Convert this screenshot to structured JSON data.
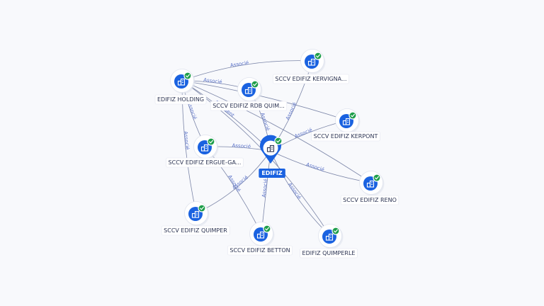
{
  "graph": {
    "colors": {
      "node": "#1a62e0",
      "badge": "#1e9e4a",
      "edge": "#7c86a8",
      "edge_label": "#5a72c8",
      "center_label_bg": "#1a62e0"
    },
    "center": {
      "id": "edifiz",
      "label": "EDIFIZ"
    },
    "nodes": [
      {
        "id": "holding",
        "label": "EDIFIZ HOLDING"
      },
      {
        "id": "kervigna",
        "label": "SCCV EDIFIZ KERVIGNA..."
      },
      {
        "id": "rdb",
        "label": "SCCV EDIFIZ RDB QUIM..."
      },
      {
        "id": "kerpont",
        "label": "SCCV EDIFIZ KERPONT"
      },
      {
        "id": "ergue",
        "label": "SCCV EDIFIZ ERGUE-GA..."
      },
      {
        "id": "reno",
        "label": "SCCV EDIFIZ RENO"
      },
      {
        "id": "quimper",
        "label": "SCCV EDIFIZ QUIMPER"
      },
      {
        "id": "betton",
        "label": "SCCV EDIFIZ BETTON"
      },
      {
        "id": "quimperle",
        "label": "EDIFIZ QUIMPERLE"
      }
    ],
    "edges": [
      {
        "from": "holding",
        "to": "kervigna",
        "label": "Associé"
      },
      {
        "from": "holding",
        "to": "rdb",
        "label": "Associé"
      },
      {
        "from": "holding",
        "to": "ergue",
        "label": "Associé"
      },
      {
        "from": "holding",
        "to": "quimper",
        "label": "Associé"
      },
      {
        "from": "holding",
        "to": "edifiz",
        "label": "Président"
      },
      {
        "from": "holding",
        "to": "kerpont",
        "label": ""
      },
      {
        "from": "holding",
        "to": "reno",
        "label": ""
      },
      {
        "from": "holding",
        "to": "quimperle",
        "label": ""
      },
      {
        "from": "edifiz",
        "to": "rdb",
        "label": "Associé"
      },
      {
        "from": "edifiz",
        "to": "kervigna",
        "label": "Associé"
      },
      {
        "from": "edifiz",
        "to": "kerpont",
        "label": "Associé"
      },
      {
        "from": "edifiz",
        "to": "ergue",
        "label": "Associé"
      },
      {
        "from": "edifiz",
        "to": "reno",
        "label": "Associé"
      },
      {
        "from": "edifiz",
        "to": "quimper",
        "label": "Associé"
      },
      {
        "from": "edifiz",
        "to": "betton",
        "label": "Associé"
      },
      {
        "from": "edifiz",
        "to": "quimperle",
        "label": "Associé"
      },
      {
        "from": "ergue",
        "to": "betton",
        "label": "Associé"
      }
    ]
  }
}
